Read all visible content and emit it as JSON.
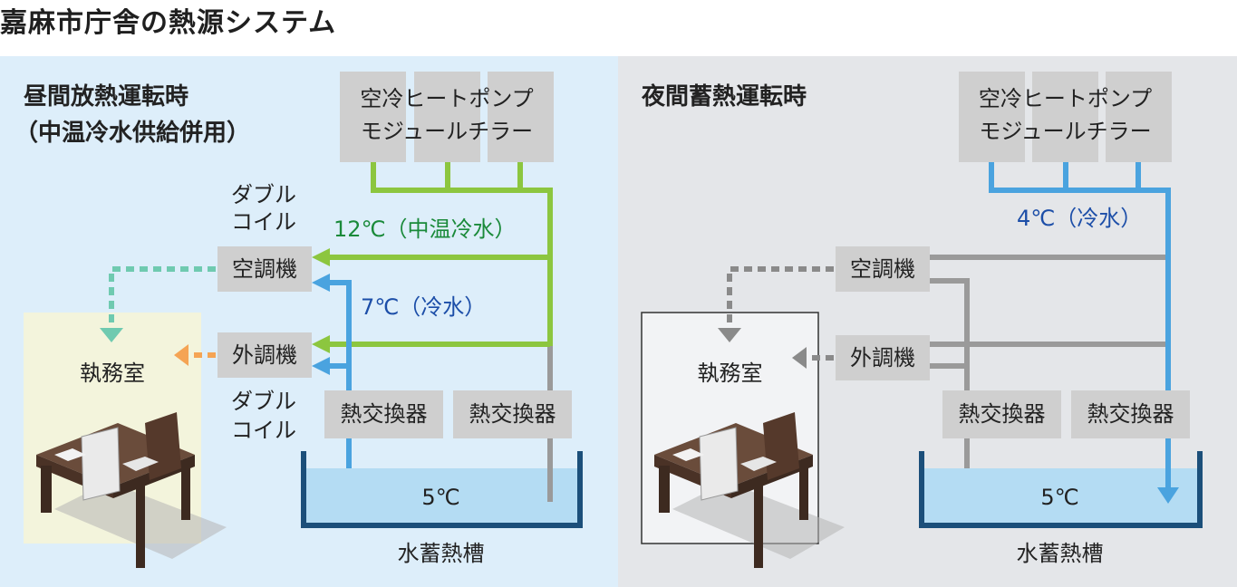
{
  "title": "嘉麻市庁舎の熱源システム",
  "left": {
    "heading_line1": "昼間放熱運転時",
    "heading_line2": "（中温冷水供給併用）",
    "heatpump_line1": "空冷ヒートポンプ",
    "heatpump_line2": "モジュールチラー",
    "double_coil_top_1": "ダブル",
    "double_coil_top_2": "コイル",
    "double_coil_bottom_1": "ダブル",
    "double_coil_bottom_2": "コイル",
    "ahu": "空調機",
    "oahu": "外調機",
    "office": "執務室",
    "hx1": "熱交換器",
    "hx2": "熱交換器",
    "temp_mid": "12℃（中温冷水）",
    "temp_cold": "7℃（冷水）",
    "tank_temp": "5℃",
    "tank_label": "水蓄熱槽"
  },
  "right": {
    "heading": "夜間蓄熱運転時",
    "heatpump_line1": "空冷ヒートポンプ",
    "heatpump_line2": "モジュールチラー",
    "temp_cold": "4℃（冷水）",
    "ahu": "空調機",
    "oahu": "外調機",
    "office": "執務室",
    "hx1": "熱交換器",
    "hx2": "熱交換器",
    "tank_temp": "5℃",
    "tank_label": "水蓄熱槽"
  },
  "colors": {
    "green_pipe": "#8cc63f",
    "blue_pipe": "#4aa3df",
    "gray_pipe": "#9a9a9a",
    "teal_arrow": "#6fcab0",
    "orange_arrow": "#f5a454",
    "tank_outline": "#1b4f7a",
    "tank_water": "#b4dcf3"
  }
}
